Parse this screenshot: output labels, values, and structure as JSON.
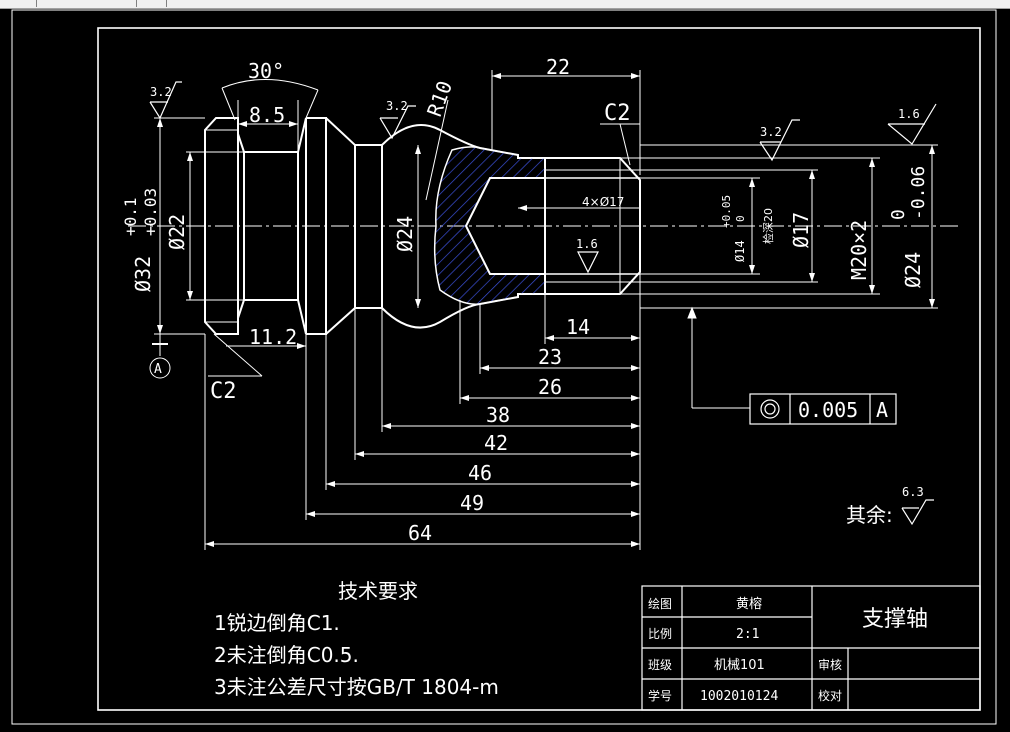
{
  "drawing": {
    "dims": {
      "chamfer_angle": "30°",
      "width_8_5": "8.5",
      "width_11_2": "11.2",
      "length_22": "22",
      "chamfer_c2_top": "C2",
      "chamfer_c2_left": "C2",
      "radius": "R10",
      "roughness_3_2_a": "3.2",
      "roughness_3_2_b": "3.2",
      "roughness_3_2_c": "3.2",
      "roughness_1_6_a": "1.6",
      "roughness_1_6_b": "1.6",
      "dia32": "Ø32",
      "dia32_tol_upper": "+0.1",
      "dia32_tol_lower": "+0.03",
      "dia22": "Ø22",
      "dia24_mid": "Ø24",
      "holes": "4×Ø17",
      "dia14": "Ø14",
      "dia14_tol_upper": "+0.05",
      "dia14_tol_lower": "0",
      "depth": "检深20",
      "dia17": "Ø17",
      "thread": "M20×2",
      "dia24_right": "Ø24",
      "dia24_tol_upper": "0",
      "dia24_tol_lower": "-0.06",
      "datum": "A",
      "len14": "14",
      "len23": "23",
      "len26": "26",
      "len38": "38",
      "len42": "42",
      "len46": "46",
      "len49": "49",
      "len64": "64"
    },
    "tolerance_frame": {
      "value": "0.005",
      "datum": "A"
    },
    "other_roughness": {
      "label": "其余:",
      "value": "6.3"
    }
  },
  "notes": {
    "title": "技术要求",
    "items": [
      "1锐边倒角C1.",
      "2未注倒角C0.5.",
      "3未注公差尺寸按GB/T 1804-m"
    ]
  },
  "title_block": {
    "drawn_label": "绘图",
    "drawn_value": "黄榕",
    "scale_label": "比例",
    "scale_value": "2:1",
    "class_label": "班级",
    "class_value": "机械101",
    "id_label": "学号",
    "id_value": "1002010124",
    "review_label": "审核",
    "check_label": "校对",
    "part_name": "支撑轴"
  },
  "colors": {
    "background": "#000000",
    "line": "#ffffff",
    "hatch": "#3a4fd6"
  }
}
